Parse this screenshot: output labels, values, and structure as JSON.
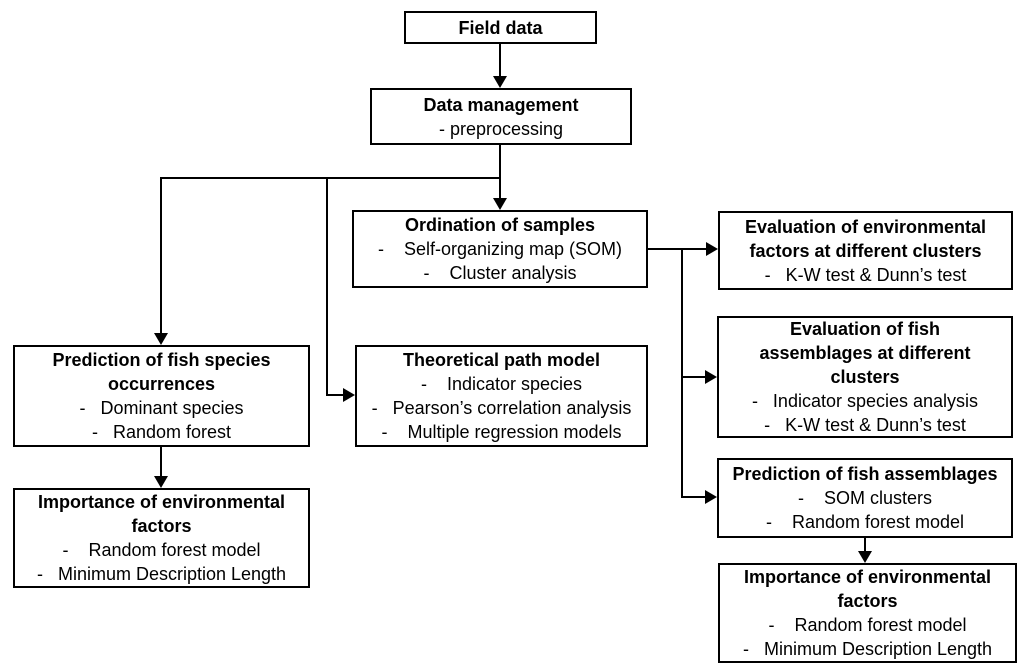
{
  "colors": {
    "background": "#ffffff",
    "box_border": "#000000",
    "text": "#000000"
  },
  "diagram": {
    "nodes": {
      "field_data": {
        "title": "Field data"
      },
      "data_management": {
        "title": "Data management",
        "lines": [
          "- preprocessing"
        ]
      },
      "ordination": {
        "title": "Ordination of samples",
        "lines": [
          "-    Self-organizing map (SOM)",
          "-    Cluster analysis"
        ]
      },
      "prediction_species": {
        "title": "Prediction of fish species occurrences",
        "lines": [
          "-   Dominant species",
          "-   Random forest"
        ]
      },
      "theoretical_path": {
        "title": "Theoretical path model",
        "lines": [
          "-    Indicator species",
          "-   Pearson’s correlation analysis",
          "-    Multiple regression models"
        ]
      },
      "importance_left": {
        "title": "Importance of environmental factors",
        "lines": [
          "-    Random forest model",
          "-   Minimum Description Length"
        ]
      },
      "eval_env_factors": {
        "title": "Evaluation of environmental factors at different clusters",
        "lines": [
          "-   K-W test & Dunn’s test"
        ]
      },
      "eval_fish_assemblages": {
        "title": "Evaluation of fish assemblages at different clusters",
        "lines": [
          "-   Indicator species analysis",
          "-   K-W test & Dunn’s test"
        ]
      },
      "prediction_assemblages": {
        "title": "Prediction of fish assemblages",
        "lines": [
          "-    SOM clusters",
          "-    Random forest model"
        ]
      },
      "importance_right": {
        "title": "Importance of environmental factors",
        "lines": [
          "-    Random forest model",
          "-   Minimum Description Length"
        ]
      }
    }
  }
}
